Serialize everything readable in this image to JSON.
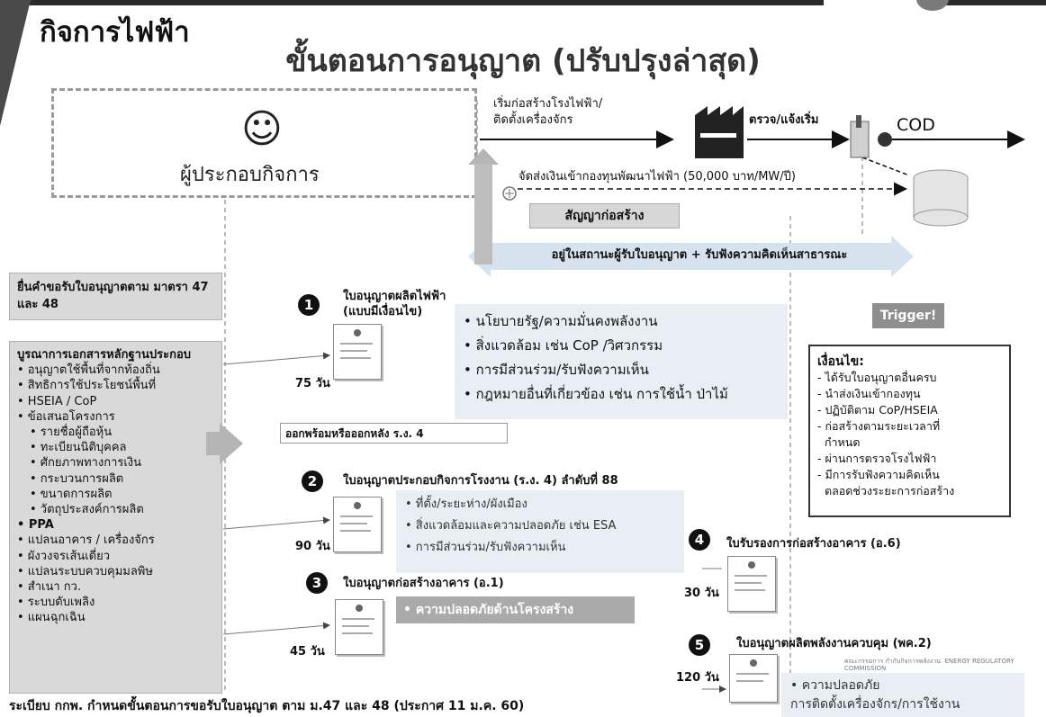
{
  "header": {
    "category": "กิจการไฟฟ้า",
    "title": "ขั้นตอนการอนุญาต (ปรับปรุงล่าสุด)"
  },
  "operator": {
    "icon": "smiley-icon",
    "label": "ผู้ประกอบกิจการ"
  },
  "timeline": {
    "start_line1": "เริ่มก่อสร้างโรงไฟฟ้า/",
    "start_line2": "ติดตั้งเครื่องจักร",
    "inspect": "ตรวจ/แจ้งเริ่ม",
    "cod": "COD",
    "fund": "จัดส่งเงินเข้ากองทุนพัฒนาไฟฟ้า (50,000 บาท/MW/ปี)",
    "contract": "สัญญาก่อสร้าง",
    "status": "อยู่ในสถานะผู้รับใบอนุญาต + รับฟังความคิดเห็นสาธารณะ"
  },
  "left": {
    "apply": "ยื่นคำขอรับใบอนุญาตตาม มาตรา 47 และ 48",
    "docs_title": "บูรณาการเอกสารหลักฐานประกอบ",
    "docs_items": [
      {
        "text": "• อนุญาตใช้พื้นที่จากท้องถิ่น",
        "bold": false,
        "sub": false
      },
      {
        "text": "• สิทธิการใช้ประโยชน์พื้นที่",
        "bold": false,
        "sub": false
      },
      {
        "text": "• HSEIA / CoP",
        "bold": false,
        "sub": false
      },
      {
        "text": "• ข้อเสนอโครงการ",
        "bold": false,
        "sub": false
      },
      {
        "text": "• รายชื่อผู้ถือหุ้น",
        "bold": false,
        "sub": true
      },
      {
        "text": "• ทะเบียนนิติบุคคล",
        "bold": false,
        "sub": true
      },
      {
        "text": "• ศักยภาพทางการเงิน",
        "bold": false,
        "sub": true
      },
      {
        "text": "• กระบวนการผลิต",
        "bold": false,
        "sub": true
      },
      {
        "text": "• ขนาดการผลิต",
        "bold": false,
        "sub": true
      },
      {
        "text": "• วัตถุประสงค์การผลิต",
        "bold": false,
        "sub": true
      },
      {
        "text": "• PPA",
        "bold": true,
        "sub": false
      },
      {
        "text": "• แปลนอาคาร / เครื่องจักร",
        "bold": false,
        "sub": false
      },
      {
        "text": "• ผังวงจรเส้นเดี่ยว",
        "bold": false,
        "sub": false
      },
      {
        "text": "• แปลนระบบควบคุมมลพิษ",
        "bold": false,
        "sub": false
      },
      {
        "text": "• สำเนา กว.",
        "bold": false,
        "sub": false
      },
      {
        "text": "• ระบบดับเพลิง",
        "bold": false,
        "sub": false
      },
      {
        "text": "• แผนฉุกเฉิน",
        "bold": false,
        "sub": false
      }
    ]
  },
  "licenses": {
    "l1": {
      "num": "1",
      "title1": "ใบอนุญาตผลิตไฟฟ้า",
      "title2": "(แบบมีเงื่อนไข)",
      "days": "75 วัน",
      "bullets": [
        "• นโยบายรัฐ/ความมั่นคงพลังงาน",
        "• สิ่งแวดล้อม เช่น CoP /วิศวกรรม",
        "• การมีส่วนร่วม/รับฟังความเห็น",
        "• กฎหมายอื่นที่เกี่ยวข้อง เช่น การใช้น้ำ ป่าไม้"
      ],
      "issue": "ออกพร้อมหรือออกหลัง ร.ง. 4"
    },
    "l2": {
      "num": "2",
      "title": "ใบอนุญาตประกอบกิจการโรงงาน (ร.ง. 4) ลำดับที่ 88",
      "days": "90 วัน",
      "bullets": [
        "• ที่ตั้ง/ระยะห่าง/ผังเมือง",
        "• สิ่งแวดล้อมและความปลอดภัย เช่น ESA",
        "• การมีส่วนร่วม/รับฟังความเห็น"
      ]
    },
    "l3": {
      "num": "3",
      "title": "ใบอนุญาตก่อสร้างอาคาร (อ.1)",
      "days": "45 วัน",
      "bullet": "• ความปลอดภัยด้านโครงสร้าง"
    },
    "l4": {
      "num": "4",
      "title": "ใบรับรองการก่อสร้างอาคาร (อ.6)",
      "days": "30 วัน"
    },
    "l5": {
      "num": "5",
      "title": "ใบอนุญาตผลิตพลังงานควบคุม (พค.2)",
      "days": "120 วัน",
      "bullet1": "• ความปลอดภัย",
      "bullet2": "การติดตั้งเครื่องจักร/การใช้งาน",
      "erc_th": "คณะกรรมการ กำกับกิจการพลังงาน",
      "erc_en": "ENERGY REGULATORY COMMISSION"
    }
  },
  "trigger": "Trigger!",
  "conditions": {
    "title": "เงื่อนไข:",
    "items": [
      "- ได้รับใบอนุญาตอื่นครบ",
      "- นำส่งเงินเข้ากองทุน",
      "- ปฏิบัติตาม CoP/HSEIA",
      "- ก่อสร้างตามระยะเวลาที่",
      "  กำหนด",
      "- ผ่านการตรวจโรงไฟฟ้า",
      "- มีการรับฟังความคิดเห็น",
      "  ตลอดช่วงระยะการก่อสร้าง"
    ]
  },
  "footer": "ระเบียบ กกพ. กำหนดขั้นตอนการขอรับใบอนุญาต ตาม ม.47 และ 48 (ประกาศ 11 ม.ค. 60)"
}
